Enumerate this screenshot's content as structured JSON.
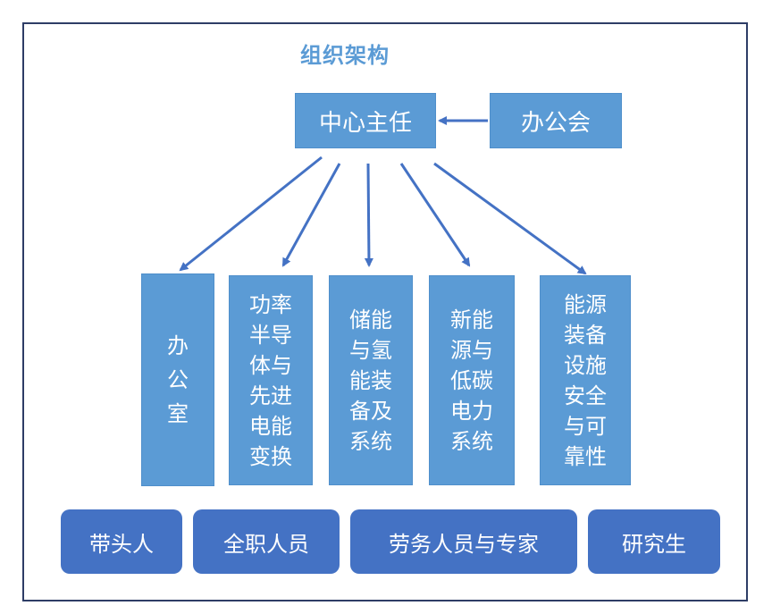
{
  "diagram": {
    "title": "组织架构",
    "director": "中心主任",
    "office_meeting": "办公会",
    "departments": [
      {
        "label": "办公室"
      },
      {
        "label": "功率半导体与先进电能变换"
      },
      {
        "label": "储能与氢能装备及系统"
      },
      {
        "label": "新能源与低碳电力系统"
      },
      {
        "label": "能源装备设施安全与可靠性"
      }
    ],
    "staff": [
      "带头人",
      "全职人员",
      "劳务人员与专家",
      "研究生"
    ],
    "colors": {
      "box": "#5b9bd5",
      "staff": "#4472c4",
      "arrow": "#4472c4",
      "frame": "#2e3d66",
      "title": "#5b9bd5"
    }
  }
}
